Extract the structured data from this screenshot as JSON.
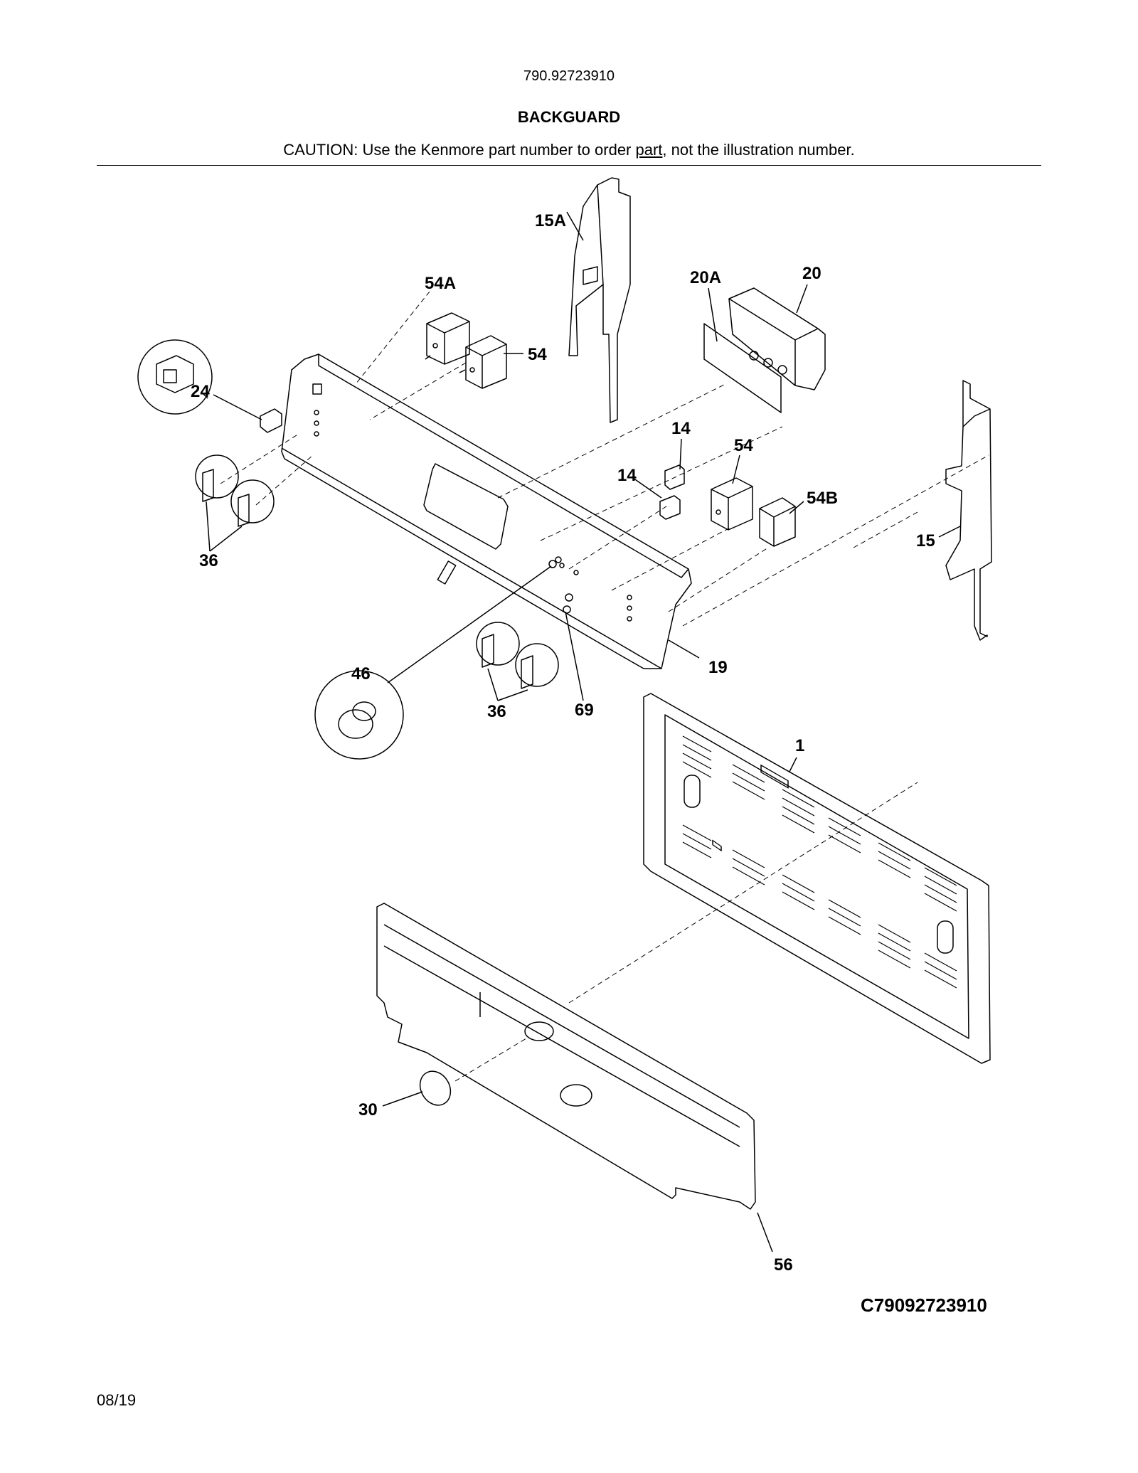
{
  "header": {
    "model_number": "790.92723910",
    "section_title": "BACKGUARD",
    "caution_prefix": "CAUTION: Use the Kenmore part number to order ",
    "caution_link": "part",
    "caution_suffix": ", not the illustration number."
  },
  "callouts": {
    "c15A": "15A",
    "c54A": "54A",
    "c20A": "20A",
    "c20": "20",
    "c54_top": "54",
    "c24": "24",
    "c14_top": "14",
    "c14_left": "14",
    "c54_mid": "54",
    "c54B": "54B",
    "c15": "15",
    "c36_left": "36",
    "c46": "46",
    "c36_bottom": "36",
    "c69": "69",
    "c19": "19",
    "c1": "1",
    "c30": "30",
    "c56": "56"
  },
  "footer": {
    "document_code": "C79092723910",
    "date": "08/19"
  }
}
